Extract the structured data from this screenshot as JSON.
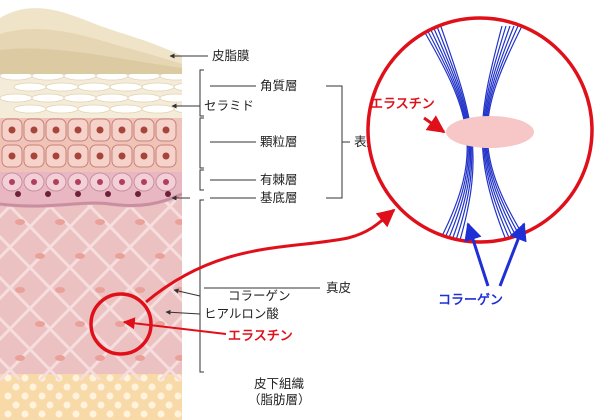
{
  "labels": {
    "sebum_film": "皮脂膜",
    "stratum_corneum": "角質層",
    "ceramide": "セラミド",
    "stratum_granulosum": "顆粒層",
    "stratum_spinosum": "有棘層",
    "stratum_basale": "基底層",
    "epidermis": "表皮",
    "dermis": "真皮",
    "collagen": "コラーゲン",
    "hyaluronic_acid": "ヒアルロン酸",
    "elastin": "エラスチン",
    "subcutaneous_line1": "皮下組織",
    "subcutaneous_line2": "（脂肪層）"
  },
  "zoom": {
    "elastin": "エラスチン",
    "collagen": "コラーゲン"
  },
  "colors": {
    "highlight_red": "#e0101a",
    "collagen_blue": "#1f2fd6",
    "dermis_pink": "#ecc1c1",
    "fat_orange": "#f8d9a8"
  }
}
